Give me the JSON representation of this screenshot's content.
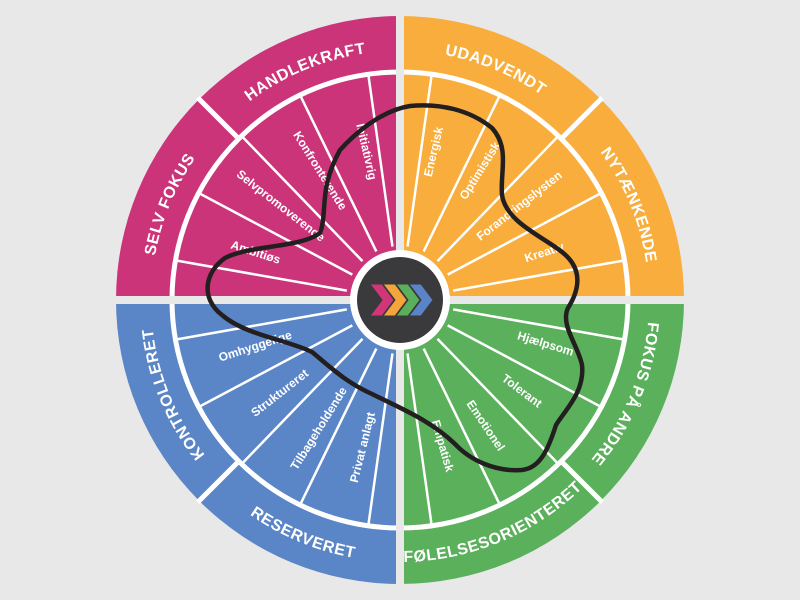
{
  "colors": {
    "background": "#e8e8e8",
    "divider": "#ffffff",
    "center": "#3a3a3c",
    "profile_line": "#231f20",
    "chevrons": [
      "#d13778",
      "#f6a53a",
      "#5aaf5a",
      "#5b83c8"
    ]
  },
  "quadrants": [
    {
      "id": "pink",
      "color": "#cc3479",
      "outer": [
        "HANDLEKRAFT",
        "SELV FOKUS"
      ],
      "traits": [
        "Initiativrig",
        "Konfronterende",
        "Selvpromoverende",
        "Ambitiøs"
      ]
    },
    {
      "id": "orange",
      "color": "#f8ad3c",
      "outer": [
        "UDADVENDT",
        "NYTÆNKENDE"
      ],
      "traits": [
        "Energisk",
        "Optimistisk",
        "Forandringslysten",
        "Kreativ"
      ]
    },
    {
      "id": "green",
      "color": "#5bb05c",
      "outer": [
        "FOKUS PÅ ANDRE",
        "FØLELSESORIENTERET"
      ],
      "traits": [
        "Hjælpsom",
        "Tolerant",
        "Emotionel",
        "Empatisk"
      ]
    },
    {
      "id": "blue",
      "color": "#5a85c7",
      "outer": [
        "RESERVERET",
        "KONTROLLERET"
      ],
      "traits": [
        "Privat anlagt",
        "Tilbageholdende",
        "Struktureret",
        "Omhyggelige"
      ]
    }
  ]
}
